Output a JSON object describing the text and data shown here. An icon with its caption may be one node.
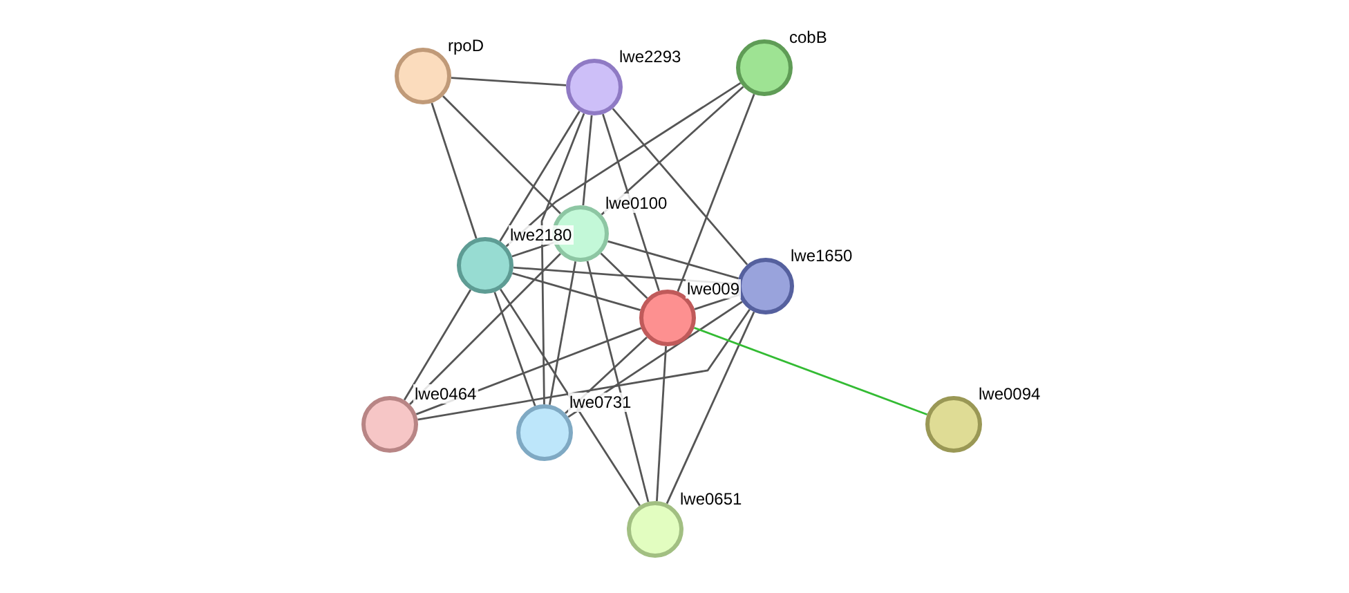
{
  "diagram": {
    "nodes": [
      {
        "text": [],
        "shape": "circle",
        "beside": [
          "rpoD"
        ]
      },
      {
        "text": [],
        "shape": "circle",
        "beside": [
          "lwe2293"
        ]
      },
      {
        "text": [],
        "shape": "circle",
        "beside": [
          "cobB"
        ]
      },
      {
        "text": [],
        "shape": "circle",
        "beside": [
          "lwe0100"
        ]
      },
      {
        "text": [],
        "shape": "circle",
        "beside": [
          "lwe2180"
        ]
      },
      {
        "text": [],
        "shape": "circle",
        "beside": [
          "lwe1650"
        ]
      },
      {
        "text": [],
        "shape": "circle",
        "beside": [
          "lwe009"
        ]
      },
      {
        "text": [],
        "shape": "circle",
        "beside": [
          "lwe0464"
        ]
      },
      {
        "text": [],
        "shape": "circle",
        "beside": [
          "lwe0731"
        ]
      },
      {
        "text": [],
        "shape": "circle",
        "beside": [
          "lwe0094"
        ]
      },
      {
        "text": [],
        "shape": "circle",
        "beside": [
          "lwe0651"
        ]
      }
    ],
    "edges": [
      {
        "from": 0,
        "to": 1,
        "arrow": "none"
      },
      {
        "from": 0,
        "to": 3,
        "arrow": "none"
      },
      {
        "from": 0,
        "to": 4,
        "arrow": "none"
      },
      {
        "from": 1,
        "to": 3,
        "arrow": "none"
      },
      {
        "from": 1,
        "to": 4,
        "arrow": "none"
      },
      {
        "from": 1,
        "to": 6,
        "arrow": "none"
      },
      {
        "from": 1,
        "to": 5,
        "arrow": "none"
      },
      {
        "from": 1,
        "to": 8,
        "arrow": "none"
      },
      {
        "from": 2,
        "to": 4,
        "arrow": "none"
      },
      {
        "from": 2,
        "to": 3,
        "arrow": "none"
      },
      {
        "from": 2,
        "to": 6,
        "arrow": "none"
      },
      {
        "from": 3,
        "to": 4,
        "arrow": "none"
      },
      {
        "from": 3,
        "to": 6,
        "arrow": "none"
      },
      {
        "from": 3,
        "to": 5,
        "arrow": "none"
      },
      {
        "from": 3,
        "to": 8,
        "arrow": "none"
      },
      {
        "from": 3,
        "to": 7,
        "arrow": "none"
      },
      {
        "from": 3,
        "to": 10,
        "arrow": "none"
      },
      {
        "from": 4,
        "to": 6,
        "arrow": "none"
      },
      {
        "from": 4,
        "to": 5,
        "arrow": "none"
      },
      {
        "from": 4,
        "to": 8,
        "arrow": "none"
      },
      {
        "from": 4,
        "to": 7,
        "arrow": "none"
      },
      {
        "from": 4,
        "to": 10,
        "arrow": "none"
      },
      {
        "from": 5,
        "to": 6,
        "arrow": "none"
      },
      {
        "from": 5,
        "to": 7,
        "arrow": "none"
      },
      {
        "from": 5,
        "to": 8,
        "arrow": "none"
      },
      {
        "from": 5,
        "to": 10,
        "arrow": "none"
      },
      {
        "from": 6,
        "to": 7,
        "arrow": "none"
      },
      {
        "from": 6,
        "to": 8,
        "arrow": "none"
      },
      {
        "from": 6,
        "to": 10,
        "arrow": "none"
      },
      {
        "from": 6,
        "to": 9,
        "arrow": "none",
        "color": "#33bb33"
      }
    ]
  }
}
